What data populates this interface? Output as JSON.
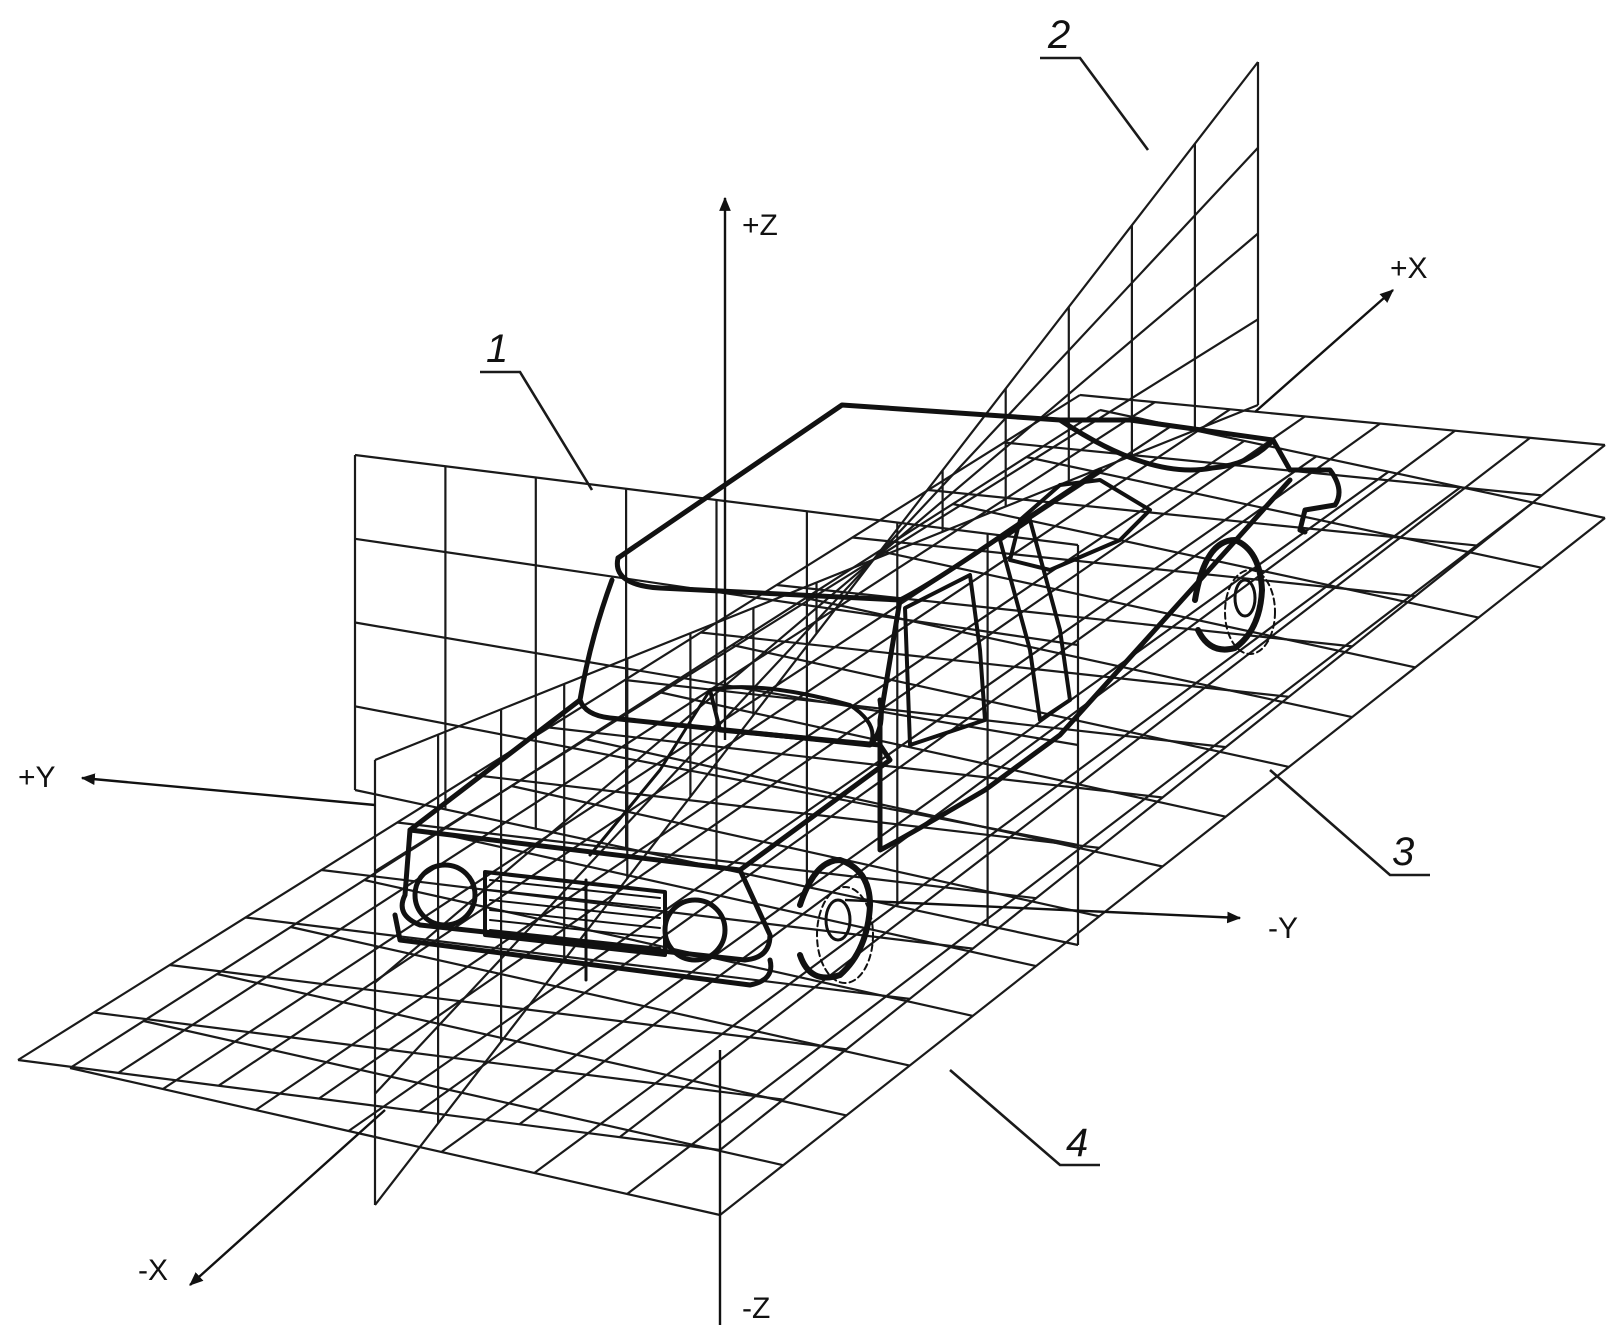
{
  "axes": {
    "plus_z": "+Z",
    "minus_z": "-Z",
    "plus_x": "+X",
    "minus_x": "-X",
    "plus_y": "+Y",
    "minus_y": "-Y"
  },
  "callouts": {
    "one": "1",
    "two": "2",
    "three": "3",
    "four": "4"
  },
  "colors": {
    "ink": "#111111",
    "background": "#ffffff"
  }
}
